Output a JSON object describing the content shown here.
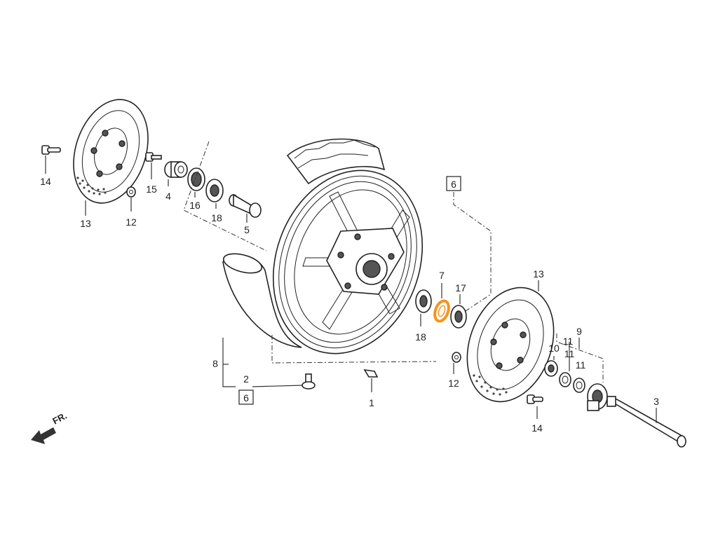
{
  "diagram": {
    "direction_label": "FR.",
    "highlight_color": "#f7941d",
    "callouts": {
      "c13_left": "13",
      "c14_left": "14",
      "c15": "15",
      "c4": "4",
      "c16": "16",
      "c18_top": "18",
      "c5": "5",
      "c12_left": "12",
      "c6_top": "6",
      "c7": "7",
      "c17": "17",
      "c18_right": "18",
      "c13_right": "13",
      "c9": "9",
      "c10": "10",
      "c11_a": "11",
      "c11_b": "11",
      "c11_c": "11",
      "c12_right": "12",
      "c14_right": "14",
      "c3": "3",
      "c8": "8",
      "c2": "2",
      "c6_bottom": "6",
      "c1": "1"
    }
  }
}
